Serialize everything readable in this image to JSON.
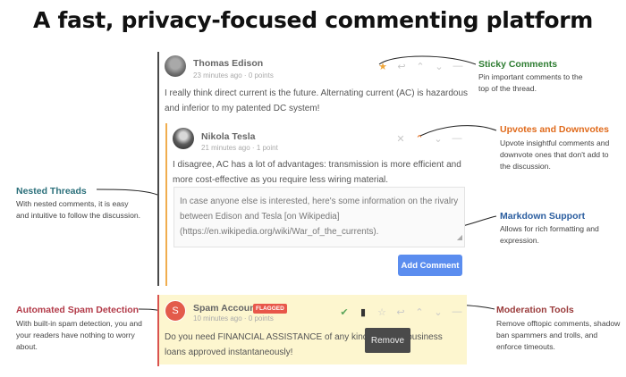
{
  "heading": "A fast, privacy-focused commenting platform",
  "colors": {
    "sticky": "#2e7d32",
    "upvotes": "#e06a1b",
    "nested": "#2a6f7a",
    "markdown": "#2a5d9f",
    "spam": "#b23a48",
    "moderation": "#9a3b3b",
    "button": "#5b8def",
    "flag": "#e8574a"
  },
  "comment1": {
    "author": "Thomas Edison",
    "meta": "23 minutes ago · 0 points",
    "text": "I really think direct current is the future. Alternating current (AC) is hazardous and inferior to my patented DC system!",
    "icons": [
      "star-icon",
      "reply-icon",
      "upvote-icon",
      "downvote-icon",
      "menu-icon"
    ]
  },
  "comment2": {
    "author": "Nikola Tesla",
    "meta": "21 minutes ago · 1 point",
    "text": "I disagree, AC has a lot of advantages: transmission is more efficient and more cost-effective as you require less wiring material.",
    "icons": [
      "close-icon",
      "upvote-icon",
      "downvote-icon",
      "menu-icon"
    ],
    "reply_draft": "In case anyone else is interested, here's some information on the rivalry between Edison and Tesla [on Wikipedia](https://en.wikipedia.org/wiki/War_of_the_currents).",
    "button": "Add Comment"
  },
  "comment3": {
    "avatar_letter": "S",
    "author": "Spam Account",
    "flag": "FLAGGED",
    "meta": "10 minutes ago · 0 points",
    "text": "Do you need FINANCIAL ASSISTANCE of any kind? Get p... business loans approved instantaneously!",
    "tooltip": "Remove"
  },
  "notes": {
    "sticky": {
      "title": "Sticky Comments",
      "desc": "Pin important comments to the top of the thread."
    },
    "upvotes": {
      "title": "Upvotes and Downvotes",
      "desc": "Upvote insightful comments and downvote ones that don't add to the discussion."
    },
    "nested": {
      "title": "Nested Threads",
      "desc": "With nested comments, it is easy and intuitive to follow the discussion."
    },
    "markdown": {
      "title": "Markdown Support",
      "desc": "Allows for rich formatting and expression."
    },
    "spam": {
      "title": "Automated Spam Detection",
      "desc": "With built-in spam detection, you and your readers have nothing to worry about."
    },
    "moderation": {
      "title": "Moderation Tools",
      "desc": "Remove offtopic comments, shadow ban spammers and trolls, and enforce timeouts."
    }
  }
}
